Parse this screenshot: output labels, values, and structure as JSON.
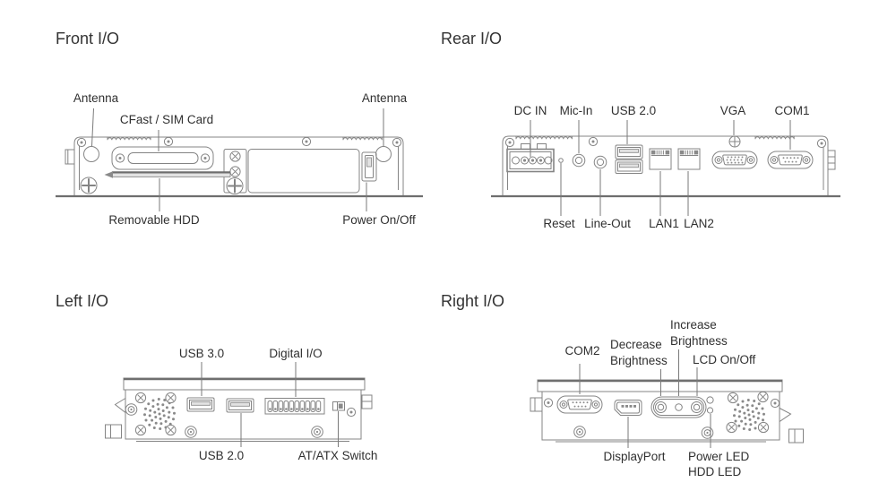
{
  "palette": {
    "background": "#ffffff",
    "line": "#848484",
    "text": "#303030"
  },
  "sections": {
    "front": {
      "title": "Front I/O",
      "labels": {
        "antenna_left": "Antenna",
        "cfast_sim": "CFast / SIM Card",
        "antenna_right": "Antenna",
        "removable_hdd": "Removable HDD",
        "power_on_off": "Power On/Off"
      }
    },
    "rear": {
      "title": "Rear I/O",
      "labels": {
        "dc_in": "DC IN",
        "mic_in": "Mic-In",
        "usb_20": "USB 2.0",
        "vga": "VGA",
        "com1": "COM1",
        "reset": "Reset",
        "line_out": "Line-Out",
        "lan1": "LAN1",
        "lan2": "LAN2"
      }
    },
    "left": {
      "title": "Left I/O",
      "labels": {
        "usb_30": "USB 3.0",
        "digital_io": "Digital I/O",
        "usb_20": "USB 2.0",
        "at_atx_switch": "AT/ATX Switch"
      }
    },
    "right": {
      "title": "Right I/O",
      "labels": {
        "com2": "COM2",
        "decrease_brightness": "Decrease Brightness",
        "increase_brightness": "Increase Brightness",
        "lcd_on_off": "LCD On/Off",
        "displayport": "DisplayPort",
        "power_led": "Power LED",
        "hdd_led": "HDD LED"
      }
    }
  }
}
